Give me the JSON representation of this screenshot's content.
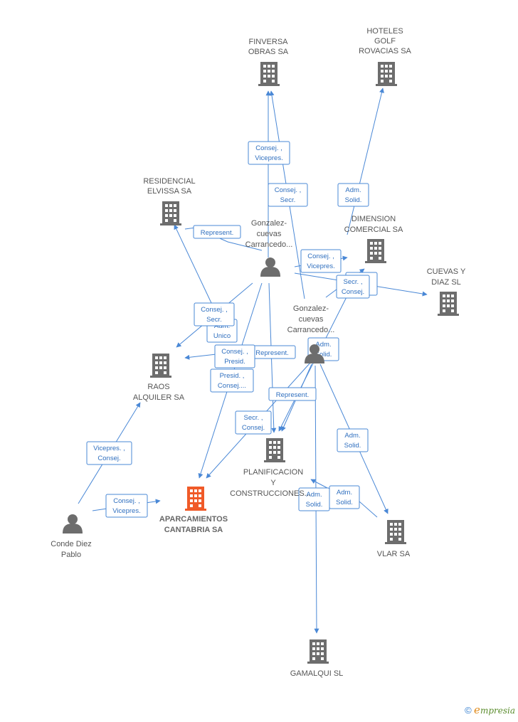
{
  "colors": {
    "edge": "#4a88d6",
    "building": "#6d6d6d",
    "focus": "#f05a28",
    "person": "#6d6d6d"
  },
  "nodes": {
    "finversa": {
      "type": "company",
      "icon": "building-icon",
      "lines": [
        "FINVERSA",
        "OBRAS SA"
      ]
    },
    "hoteles": {
      "type": "company",
      "icon": "building-icon",
      "lines": [
        "HOTELES",
        "GOLF",
        "ROVACIAS SA"
      ]
    },
    "residencial": {
      "type": "company",
      "icon": "building-icon",
      "lines": [
        "RESIDENCIAL",
        "ELVISSA SA"
      ]
    },
    "dimension": {
      "type": "company",
      "icon": "building-icon",
      "lines": [
        "DIMENSION",
        "COMERCIAL SA"
      ]
    },
    "cuevas": {
      "type": "company",
      "icon": "building-icon",
      "lines": [
        "CUEVAS Y",
        "DIAZ SL"
      ]
    },
    "raos": {
      "type": "company",
      "icon": "building-icon",
      "lines": [
        "RAOS",
        "ALQUILER SA"
      ]
    },
    "planificacion": {
      "type": "company",
      "icon": "building-icon",
      "lines": [
        "PLANIFICACION",
        "Y",
        "CONSTRUCCIONES..."
      ]
    },
    "aparcamientos": {
      "type": "focus",
      "icon": "building-icon",
      "lines": [
        "APARCAMIENTOS",
        "CANTABRIA SA"
      ]
    },
    "vlar": {
      "type": "company",
      "icon": "building-icon",
      "lines": [
        "VLAR SA"
      ]
    },
    "gamalqui": {
      "type": "company",
      "icon": "building-icon",
      "lines": [
        "GAMALQUI SL"
      ]
    },
    "person1": {
      "type": "person",
      "icon": "person-icon",
      "lines": [
        "Gonzalez-",
        "cuevas",
        "Carrancedo..."
      ]
    },
    "person2": {
      "type": "person",
      "icon": "person-icon",
      "lines": [
        "Gonzalez-",
        "cuevas",
        "Carrancedo..."
      ]
    },
    "conde": {
      "type": "person",
      "icon": "person-icon",
      "lines": [
        "Conde Diez",
        "Pablo"
      ]
    }
  },
  "edge_labels": [
    {
      "id": "l1",
      "lines": [
        "Consej. ,",
        "Vicepres."
      ]
    },
    {
      "id": "l2",
      "lines": [
        "Consej. ,",
        "Secr."
      ]
    },
    {
      "id": "l3",
      "lines": [
        "Adm.",
        "Solid."
      ]
    },
    {
      "id": "l4",
      "lines": [
        "Represent."
      ]
    },
    {
      "id": "l5",
      "lines": [
        "Consej. ,",
        "Vicepres."
      ]
    },
    {
      "id": "l6",
      "lines": [
        "Secr. ,",
        "Consej."
      ]
    },
    {
      "id": "l7",
      "lines": [
        "Consej. ,",
        "Secr."
      ]
    },
    {
      "id": "l8",
      "lines": [
        "Adm.",
        "Unico"
      ]
    },
    {
      "id": "l9",
      "lines": [
        "Consej. ,",
        "Presid."
      ]
    },
    {
      "id": "l10",
      "lines": [
        "Represent."
      ]
    },
    {
      "id": "l11",
      "lines": [
        "Adm.",
        "Solid."
      ]
    },
    {
      "id": "l12",
      "lines": [
        "Presid. ,",
        "Consej...."
      ]
    },
    {
      "id": "l13",
      "lines": [
        "Represent."
      ]
    },
    {
      "id": "l14",
      "lines": [
        "Secr. ,",
        "Consej."
      ]
    },
    {
      "id": "l15",
      "lines": [
        "Vicepres. ,",
        "Consej."
      ]
    },
    {
      "id": "l16",
      "lines": [
        "Consej. ,",
        "Vicepres."
      ]
    },
    {
      "id": "l17",
      "lines": [
        "Adm.",
        "Solid."
      ]
    },
    {
      "id": "l18",
      "lines": [
        "Adm.",
        "Solid."
      ]
    },
    {
      "id": "l19",
      "lines": [
        "Adm.",
        "Solid."
      ]
    }
  ],
  "footer": {
    "copyright": "©",
    "brand_initial": "e",
    "brand_rest": "mpresia"
  }
}
